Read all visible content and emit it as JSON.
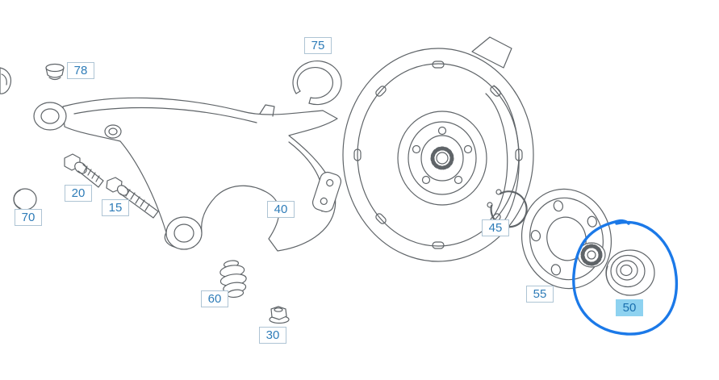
{
  "diagram": {
    "labels": [
      {
        "text": "78",
        "highlighted": false
      },
      {
        "text": "75",
        "highlighted": false
      },
      {
        "text": "20",
        "highlighted": false
      },
      {
        "text": "70",
        "highlighted": false
      },
      {
        "text": "15",
        "highlighted": false
      },
      {
        "text": "40",
        "highlighted": false
      },
      {
        "text": "45",
        "highlighted": false
      },
      {
        "text": "55",
        "highlighted": false
      },
      {
        "text": "60",
        "highlighted": false
      },
      {
        "text": "30",
        "highlighted": false
      },
      {
        "text": "50",
        "highlighted": true
      }
    ],
    "colors": {
      "line": "#5f6468",
      "label_text": "#2e7cb8",
      "label_border": "#aec4d4",
      "label_bg": "#ffffff",
      "highlight_bg": "#8ed2f0",
      "highlight_text": "#1a6fae",
      "highlight_circle": "#1b79e8",
      "background": "#ffffff"
    }
  }
}
